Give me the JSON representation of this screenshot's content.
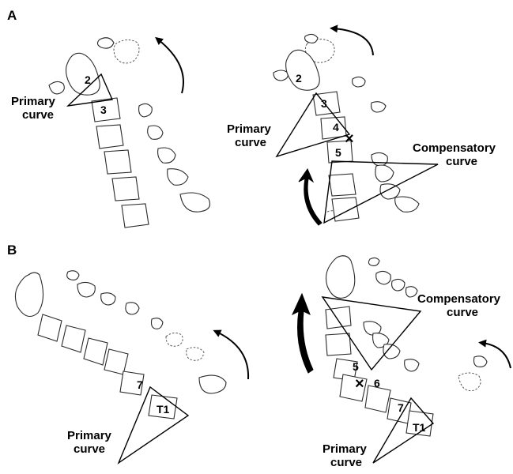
{
  "panels": {
    "a": {
      "label": "A"
    },
    "b": {
      "label": "B"
    }
  },
  "labels": {
    "primary_curve_line1": "Primary",
    "primary_curve_line2": "curve",
    "compensatory_curve_line1": "Compensatory",
    "compensatory_curve_line2": "curve"
  },
  "vertebrae": {
    "a_left": [
      "2",
      "3"
    ],
    "a_right": [
      "2",
      "3",
      "4",
      "5"
    ],
    "b_left": [
      "7",
      "T1"
    ],
    "b_right": [
      "5",
      "6",
      "7",
      "T1"
    ]
  },
  "fracture_mark": "×"
}
